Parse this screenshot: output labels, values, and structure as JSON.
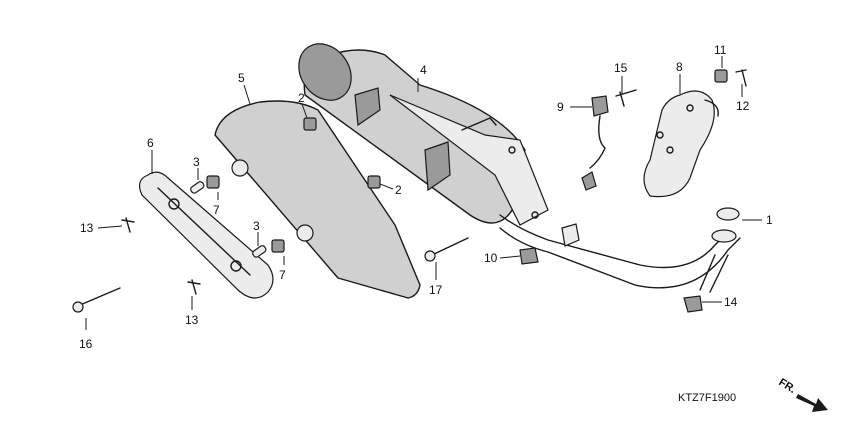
{
  "diagram": {
    "code": "KTZ7F1900",
    "direction_label": "FR.",
    "callouts": [
      "1",
      "2",
      "2",
      "3",
      "3",
      "4",
      "5",
      "6",
      "7",
      "7",
      "8",
      "9",
      "10",
      "11",
      "12",
      "13",
      "13",
      "14",
      "15",
      "16",
      "17"
    ]
  }
}
